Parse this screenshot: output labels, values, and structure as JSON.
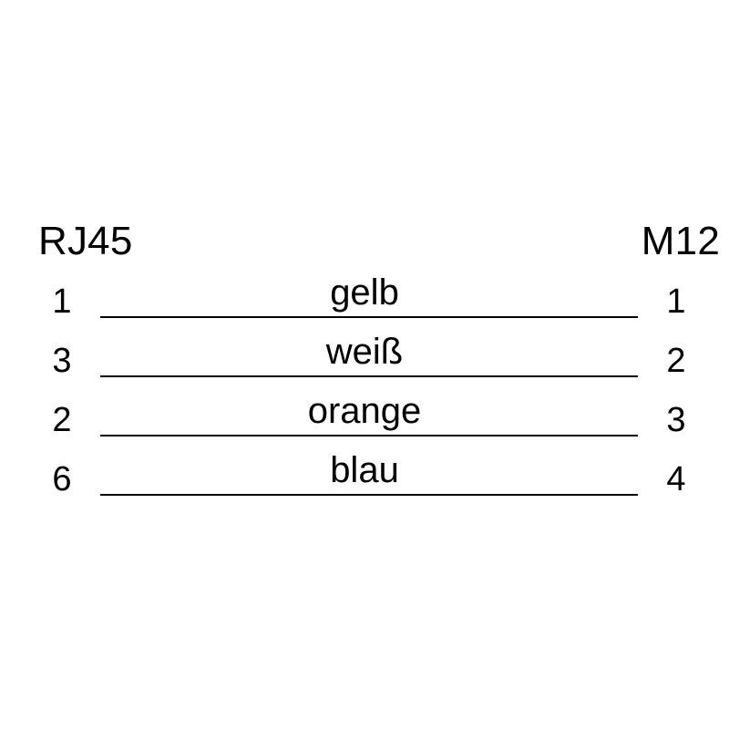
{
  "diagram": {
    "left_connector": "RJ45",
    "right_connector": "M12",
    "wires": [
      {
        "left_pin": "1",
        "color_label": "gelb",
        "right_pin": "1"
      },
      {
        "left_pin": "3",
        "color_label": "weiß",
        "right_pin": "2"
      },
      {
        "left_pin": "2",
        "color_label": "orange",
        "right_pin": "3"
      },
      {
        "left_pin": "6",
        "color_label": "blau",
        "right_pin": "4"
      }
    ],
    "line_color": "#000000",
    "background_color": "#ffffff"
  }
}
